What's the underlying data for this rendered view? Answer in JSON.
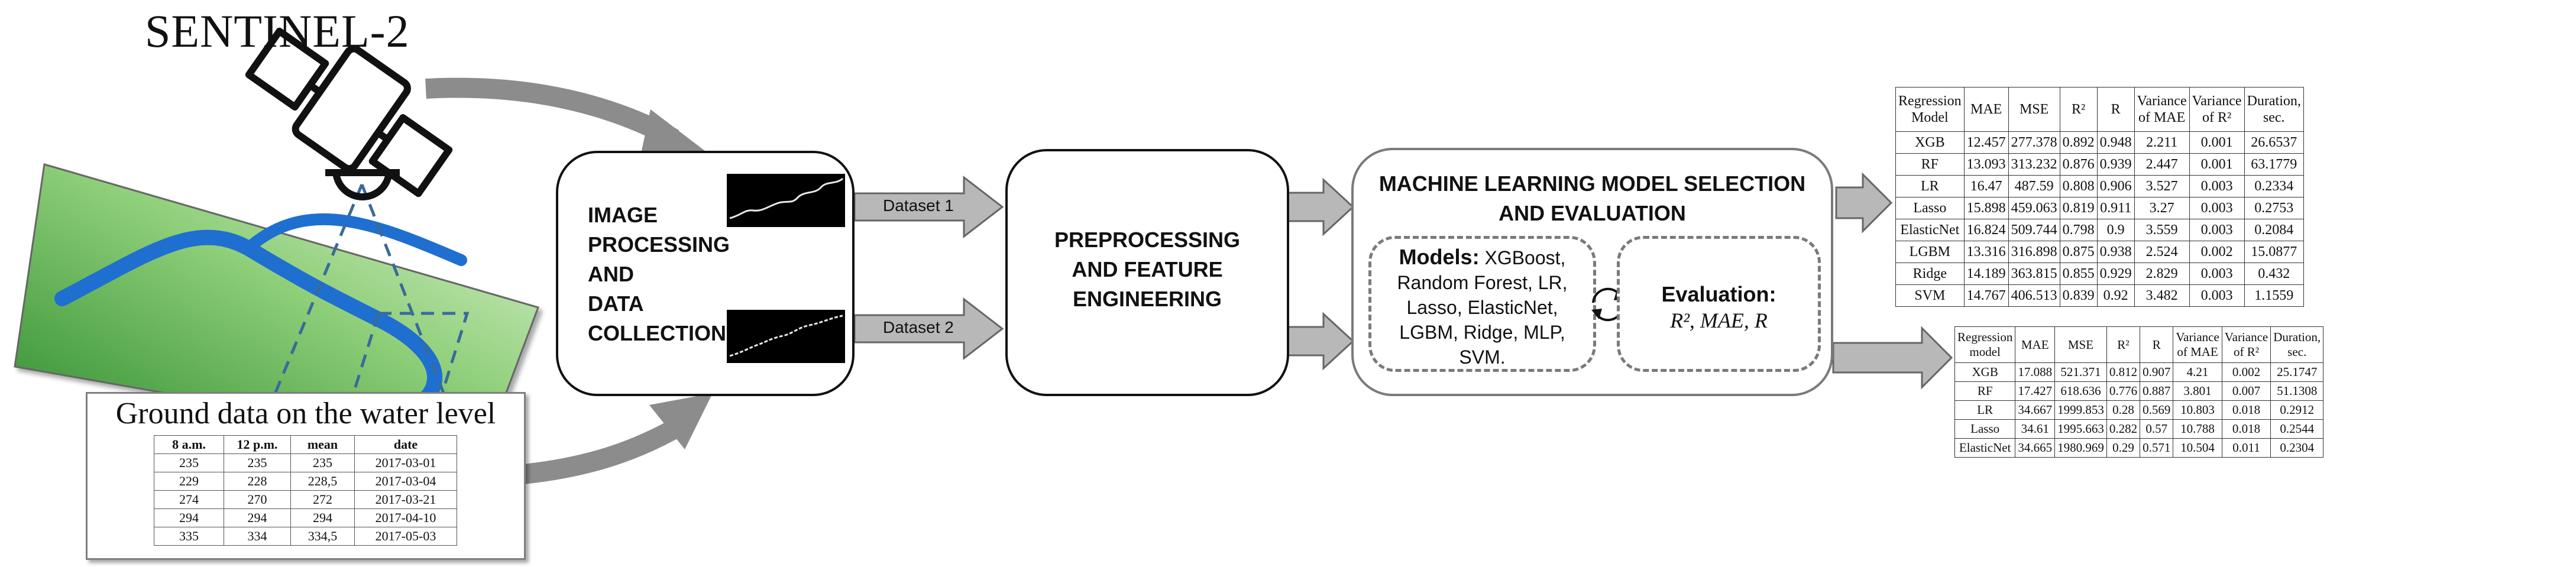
{
  "satellite": {
    "title": "SENTINEL-2"
  },
  "ground_data": {
    "title": "Ground data on the water level",
    "columns": [
      "8 a.m.",
      "12 p.m.",
      "mean",
      "date"
    ],
    "rows": [
      [
        "235",
        "235",
        "235",
        "2017-03-01"
      ],
      [
        "229",
        "228",
        "228,5",
        "2017-03-04"
      ],
      [
        "274",
        "270",
        "272",
        "2017-03-21"
      ],
      [
        "294",
        "294",
        "294",
        "2017-04-10"
      ],
      [
        "335",
        "334",
        "334,5",
        "2017-05-03"
      ]
    ]
  },
  "image_processing": {
    "lines": [
      "IMAGE",
      "PROCESSING",
      "AND",
      "DATA",
      "COLLECTION"
    ]
  },
  "datasets": {
    "dataset1": "Dataset 1",
    "dataset2": "Dataset 2"
  },
  "preprocessing": {
    "lines": [
      "PREPROCESSING",
      "AND FEATURE",
      "ENGINEERING"
    ]
  },
  "ml": {
    "title_line1": "MACHINE LEARNING MODEL SELECTION",
    "title_line2": "AND EVALUATION",
    "models_label": "Models:",
    "models_line1": " XGBoost,",
    "models_lines": [
      "Random Forest, LR,",
      "Lasso, ElasticNet,",
      "LGBM, Ridge, MLP,",
      "SVM."
    ],
    "evaluation_label": "Evaluation:",
    "evaluation_metrics": "R², MAE, R"
  },
  "results_table_1": {
    "columns": [
      "Regression Model",
      "MAE",
      "MSE",
      "R²",
      "R",
      "Variance of MAE",
      "Variance of R²",
      "Duration, sec."
    ],
    "rows": [
      [
        "XGB",
        "12.457",
        "277.378",
        "0.892",
        "0.948",
        "2.211",
        "0.001",
        "26.6537"
      ],
      [
        "RF",
        "13.093",
        "313.232",
        "0.876",
        "0.939",
        "2.447",
        "0.001",
        "63.1779"
      ],
      [
        "LR",
        "16.47",
        "487.59",
        "0.808",
        "0.906",
        "3.527",
        "0.003",
        "0.2334"
      ],
      [
        "Lasso",
        "15.898",
        "459.063",
        "0.819",
        "0.911",
        "3.27",
        "0.003",
        "0.2753"
      ],
      [
        "ElasticNet",
        "16.824",
        "509.744",
        "0.798",
        "0.9",
        "3.559",
        "0.003",
        "0.2084"
      ],
      [
        "LGBM",
        "13.316",
        "316.898",
        "0.875",
        "0.938",
        "2.524",
        "0.002",
        "15.0877"
      ],
      [
        "Ridge",
        "14.189",
        "363.815",
        "0.855",
        "0.929",
        "2.829",
        "0.003",
        "0.432"
      ],
      [
        "SVM",
        "14.767",
        "406.513",
        "0.839",
        "0.92",
        "3.482",
        "0.003",
        "1.1559"
      ]
    ]
  },
  "results_table_2": {
    "columns": [
      "Regression model",
      "MAE",
      "MSE",
      "R²",
      "R",
      "Variance of MAE",
      "Variance of R²",
      "Duration, sec."
    ],
    "rows": [
      [
        "XGB",
        "17.088",
        "521.371",
        "0.812",
        "0.907",
        "4.21",
        "0.002",
        "25.1747"
      ],
      [
        "RF",
        "17.427",
        "618.636",
        "0.776",
        "0.887",
        "3.801",
        "0.007",
        "51.1308"
      ],
      [
        "LR",
        "34.667",
        "1999.853",
        "0.28",
        "0.569",
        "10.803",
        "0.018",
        "0.2912"
      ],
      [
        "Lasso",
        "34.61",
        "1995.663",
        "0.282",
        "0.57",
        "10.788",
        "0.018",
        "0.2544"
      ],
      [
        "ElasticNet",
        "34.665",
        "1980.969",
        "0.29",
        "0.571",
        "10.504",
        "0.011",
        "0.2304"
      ]
    ]
  },
  "colors": {
    "arrow": "#8c8c8c",
    "river": "#1f6fd1",
    "field_dark": "#2e8b2e",
    "field_light": "#d7f0c5",
    "dash": "#3a6a9a"
  }
}
